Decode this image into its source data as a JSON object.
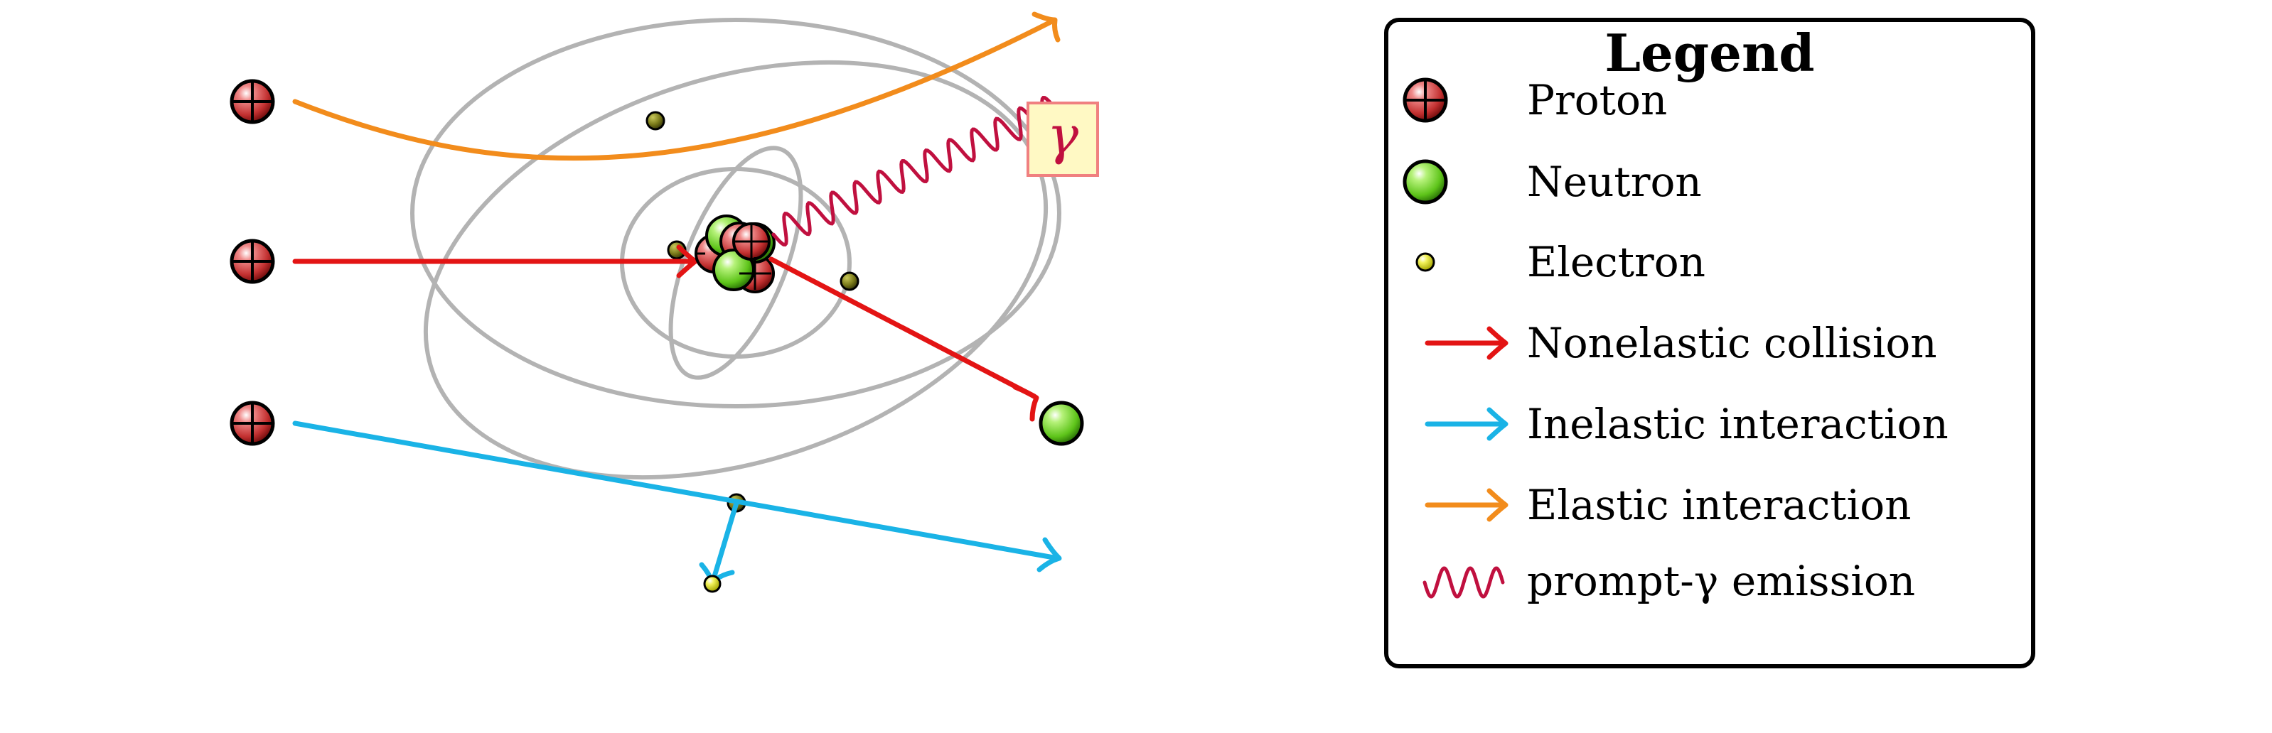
{
  "legend": {
    "title": "Legend",
    "items": [
      {
        "label": "Proton",
        "symbol": "proton"
      },
      {
        "label": "Neutron",
        "symbol": "neutron"
      },
      {
        "label": "Electron",
        "symbol": "electron"
      },
      {
        "label": "Nonelastic collision",
        "symbol": "arrow",
        "color": "#e31414"
      },
      {
        "label": "Inelastic interaction",
        "symbol": "arrow",
        "color": "#1ab3e6"
      },
      {
        "label": "Elastic interaction",
        "symbol": "arrow",
        "color": "#f28c1c"
      },
      {
        "label": "prompt-γ emission",
        "symbol": "wave",
        "color": "#c0103f"
      }
    ]
  },
  "gamma_label": "γ",
  "colors": {
    "proton": "#c23030",
    "neutron": "#5ec41a",
    "electron": "#d6d62a",
    "orbit": "#b3b3b3",
    "nonelastic": "#e31414",
    "inelastic": "#1ab3e6",
    "elastic": "#f28c1c",
    "gamma": "#c0103f",
    "gamma_box_fill": "#fff9c4",
    "gamma_box_stroke": "#f08080"
  }
}
